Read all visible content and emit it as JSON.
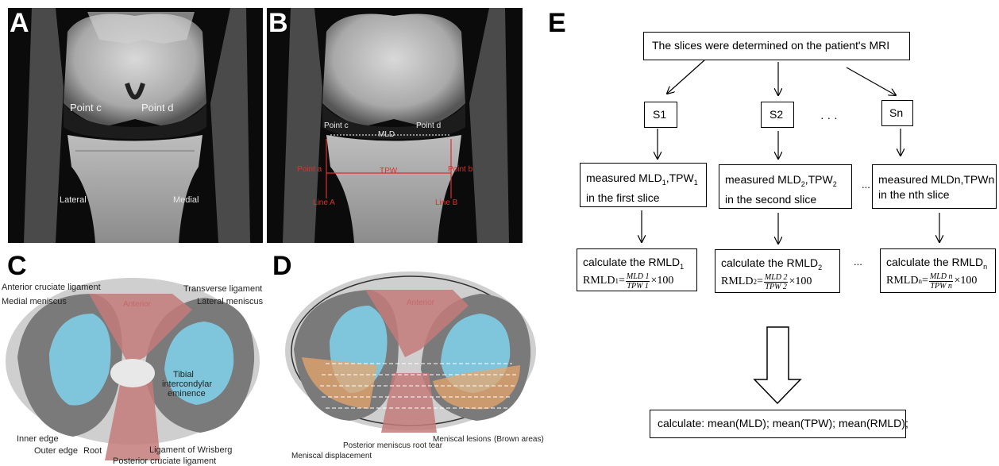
{
  "panels": {
    "a": "A",
    "b": "B",
    "c": "C",
    "d": "D",
    "e": "E"
  },
  "mri_a": {
    "point_c": "Point c",
    "point_d": "Point d",
    "lateral": "Lateral",
    "medial": "Medial"
  },
  "mri_b": {
    "point_c": "Point c",
    "point_d": "Point d",
    "mld": "MLD",
    "tpw": "TPW",
    "point_a": "Point a",
    "point_b": "Point b",
    "line_a": "Line A",
    "line_b": "Line B"
  },
  "anatomy_c": {
    "anterior": "Anterior",
    "acl": "Anterior cruciate ligament",
    "medial_meniscus": "Medial meniscus",
    "transverse": "Transverse ligament",
    "lateral_meniscus": "Lateral meniscus",
    "tibial": "Tibial",
    "intercondylar": "intercondylar",
    "eminence": "eminence",
    "inner_edge": "Inner edge",
    "outer_edge": "Outer edge",
    "root": "Root",
    "wrisberg": "Ligament of Wrisberg",
    "pcl": "Posterior cruciate ligament"
  },
  "anatomy_d": {
    "anterior": "Anterior",
    "root_tear": "Posterior meniscus root tear",
    "lesions": "Meniscal lesions",
    "brown": "(Brown areas)",
    "displacement": "Meniscal displacement"
  },
  "flow": {
    "top": "The slices were determined on the patient's MRI",
    "s1": "S1",
    "s2": "S2",
    "sn": "Sn",
    "dots": "· · ·",
    "ellipsis": "...",
    "m1_line1_a": "measured  MLD",
    "m1_sub1": "1",
    "m1_line1_b": ",TPW",
    "m1_sub2": "1",
    "m1_line2": "in the first slice",
    "m2_line1_a": "measured  MLD",
    "m2_sub1": "2",
    "m2_line1_b": ",TPW",
    "m2_sub2": "2",
    "m2_line2": "in the second slice",
    "mn_line1": "measured MLDn,TPWn",
    "mn_line2": "in the nth slice",
    "c1_a": "calculate the RMLD",
    "c1_sub": "1",
    "c2_a": "calculate the RMLD",
    "c2_sub": "2",
    "cn_a": "calculate the RMLD",
    "cn_sub": "n",
    "f1_lhs": "RMLD",
    "f1_sub": "1",
    "f1_num": "MLD 1",
    "f1_den": "TPW 1",
    "f2_lhs": "RMLD",
    "f2_sub": "2",
    "f2_num": "MLD 2",
    "f2_den": "TPW 2",
    "fn_lhs": "RMLD",
    "fn_sub": "n",
    "fn_num": "MLD n",
    "fn_den": "TPW n",
    "times100": "×100",
    "eq": "=",
    "final": "calculate: mean(MLD); mean(TPW); mean(RMLD);"
  }
}
